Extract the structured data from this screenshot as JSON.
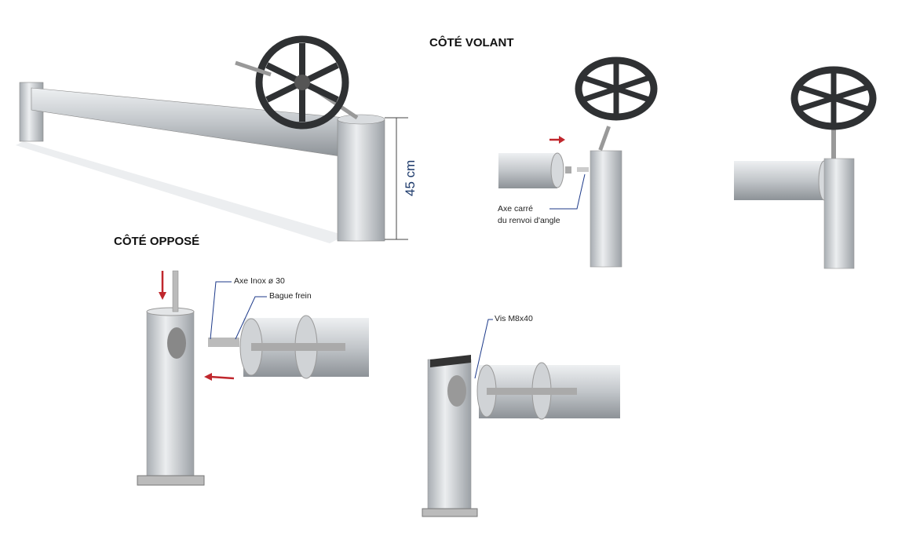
{
  "titles": {
    "cote_volant": "CÔTÉ VOLANT",
    "cote_oppose": "CÔTÉ OPPOSÉ"
  },
  "dimension": "45 cm",
  "labels": {
    "axe_carre_1": "Axe carré",
    "axe_carre_2": "du renvoi d'angle",
    "axe_inox": "Axe Inox ø 30",
    "bague_frein": "Bague frein",
    "vis": "Vis M8x40"
  },
  "colors": {
    "arrow": "#c0272d",
    "leader": "#1d3a8a",
    "metal": "#c9cdd1"
  }
}
